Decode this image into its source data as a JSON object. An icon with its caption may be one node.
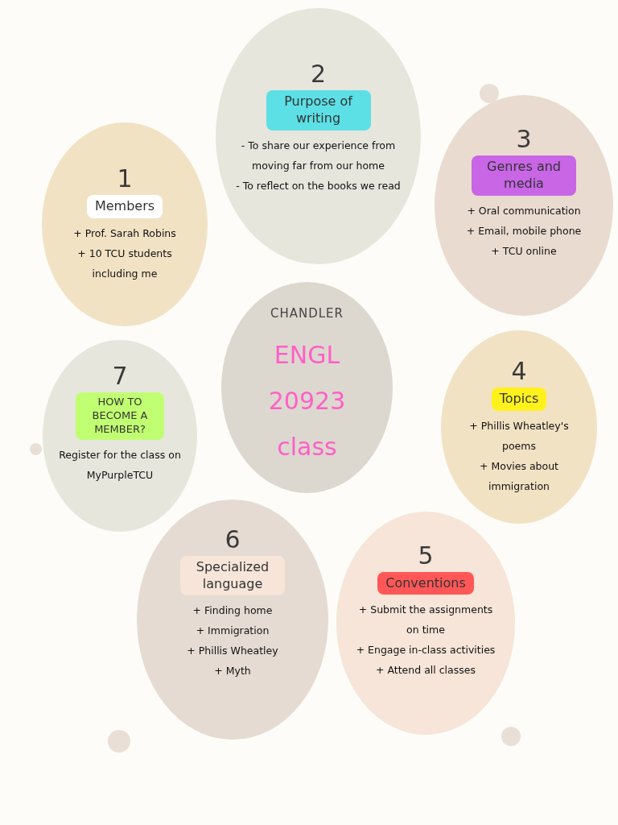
{
  "diagram": {
    "nodes": [
      {
        "text": [
          "CHANDLER",
          "ENGL 20923 class"
        ]
      },
      {
        "text": [
          "1",
          "+ Prof. Sarah Robins",
          "+ 10 TCU students including me"
        ]
      },
      {
        "text": [
          "Members"
        ],
        "in": 1
      },
      {
        "text": [
          "2",
          "- To share our experience from moving far from our home",
          "- To reflect on the books we read"
        ]
      },
      {
        "text": [
          "Purpose of writing"
        ],
        "in": 3
      },
      {
        "text": [
          "3",
          "+ Oral communication",
          "+ Email, mobile phone",
          "+ TCU online"
        ]
      },
      {
        "text": [
          "Genres and media"
        ],
        "in": 5
      },
      {
        "text": [
          "4",
          "+ Phillis Wheatley's poems",
          "+ Movies about immigration"
        ]
      },
      {
        "text": [
          "Topics"
        ],
        "in": 7
      },
      {
        "text": [
          "5",
          "+ Submit the assignments on time",
          "+ Engage in-class activities",
          "+ Attend all classes"
        ]
      },
      {
        "text": [
          "Conventions"
        ],
        "in": 9
      },
      {
        "text": [
          "6",
          "+ Finding home",
          "+ Immigration",
          "+ Phillis Wheatley",
          "+ Myth"
        ]
      },
      {
        "text": [
          "Specialized language"
        ],
        "in": 11
      },
      {
        "text": [
          "7",
          "Register for the class on MyPurpleTCU"
        ]
      },
      {
        "text": [
          "HOW TO BECOME A MEMBER?"
        ],
        "in": 13
      }
    ],
    "edges": []
  }
}
